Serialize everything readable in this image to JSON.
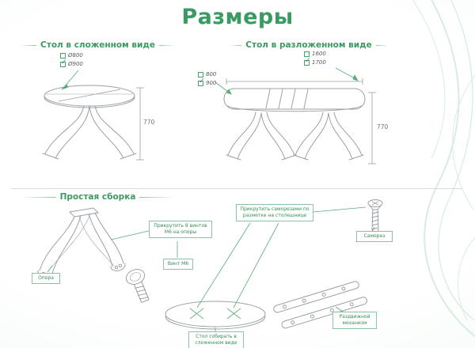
{
  "page": {
    "title": "Размеры"
  },
  "colors": {
    "accent": "#3a9a62",
    "line_gray": "#9aa0a6",
    "callout_green": "#5aab7c"
  },
  "folded": {
    "heading": "Стол в сложенном виде",
    "options": [
      {
        "label": "Ø800",
        "mark": ""
      },
      {
        "label": "Ø900",
        "mark": "✓"
      }
    ],
    "height_dim": "770"
  },
  "unfolded": {
    "heading": "Стол в разложенном виде",
    "length_options": [
      {
        "label": "1600",
        "mark": ""
      },
      {
        "label": "1700",
        "mark": "✓"
      }
    ],
    "width_options": [
      {
        "label": "800",
        "mark": ""
      },
      {
        "label": "900",
        "mark": "✓"
      }
    ],
    "height_dim": "770"
  },
  "assembly": {
    "heading": "Простая сборка",
    "leg_label": "Опора",
    "bolt_note": "Прикрутить 8 винтов М6 на опоры",
    "bolt_label": "Винт М6",
    "tabletop_note": "Прикрутить саморезами по разметке на столешнице",
    "screw_label": "Саморез",
    "fold_note": "Стол собирать в сложенном виде",
    "mechanism_label": "Раздвижной механизм"
  }
}
